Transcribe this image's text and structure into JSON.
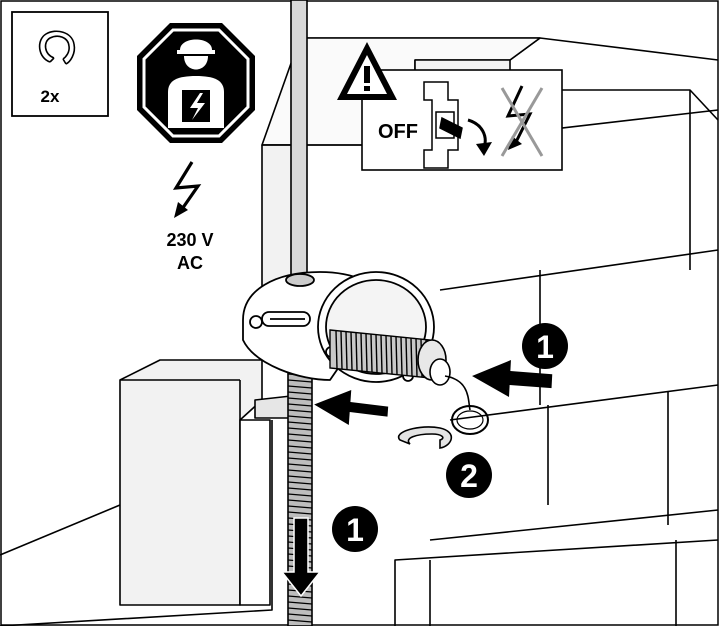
{
  "hardware_panel": {
    "quantity": "2x",
    "icon": "snap-ring-icon"
  },
  "electrician_sign": {
    "icon": "qualified-electrician-icon"
  },
  "voltage": {
    "icon": "lightning-arrow-icon",
    "line1": "230 V",
    "line2": "AC"
  },
  "warning_panel": {
    "warning_icon": "warning-triangle-icon",
    "off_label": "OFF",
    "no_power_icon": "no-power-icon"
  },
  "steps": {
    "step1_top": "1",
    "step2": "2",
    "step1_bottom": "1"
  },
  "colors": {
    "line": "#000000",
    "background": "#ffffff",
    "wall_shade": "#f2f2f2"
  }
}
